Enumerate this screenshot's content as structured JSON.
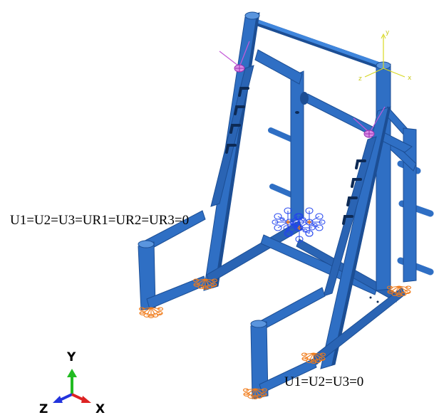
{
  "annotations": {
    "fixed_bc": "U1=U2=U3=UR1=UR2=UR3=0",
    "pinned_bc": "U1=U2=U3=0"
  },
  "view_triad": {
    "y": "Y",
    "z": "Z",
    "x": "X"
  },
  "local_csys": {
    "y": "y",
    "z": "z",
    "x": "x"
  },
  "colors": {
    "frame": "#2f6fc4",
    "frame_dark": "#1c4e94",
    "frame_light": "#5a95de",
    "fixed_marker": "#2244ee",
    "pinned_marker": "#f07a18",
    "load_marker": "#c45ad8",
    "csys": "#d8d822",
    "triad_y": "#22bb22",
    "triad_z": "#2233dd",
    "triad_x": "#dd2222"
  }
}
